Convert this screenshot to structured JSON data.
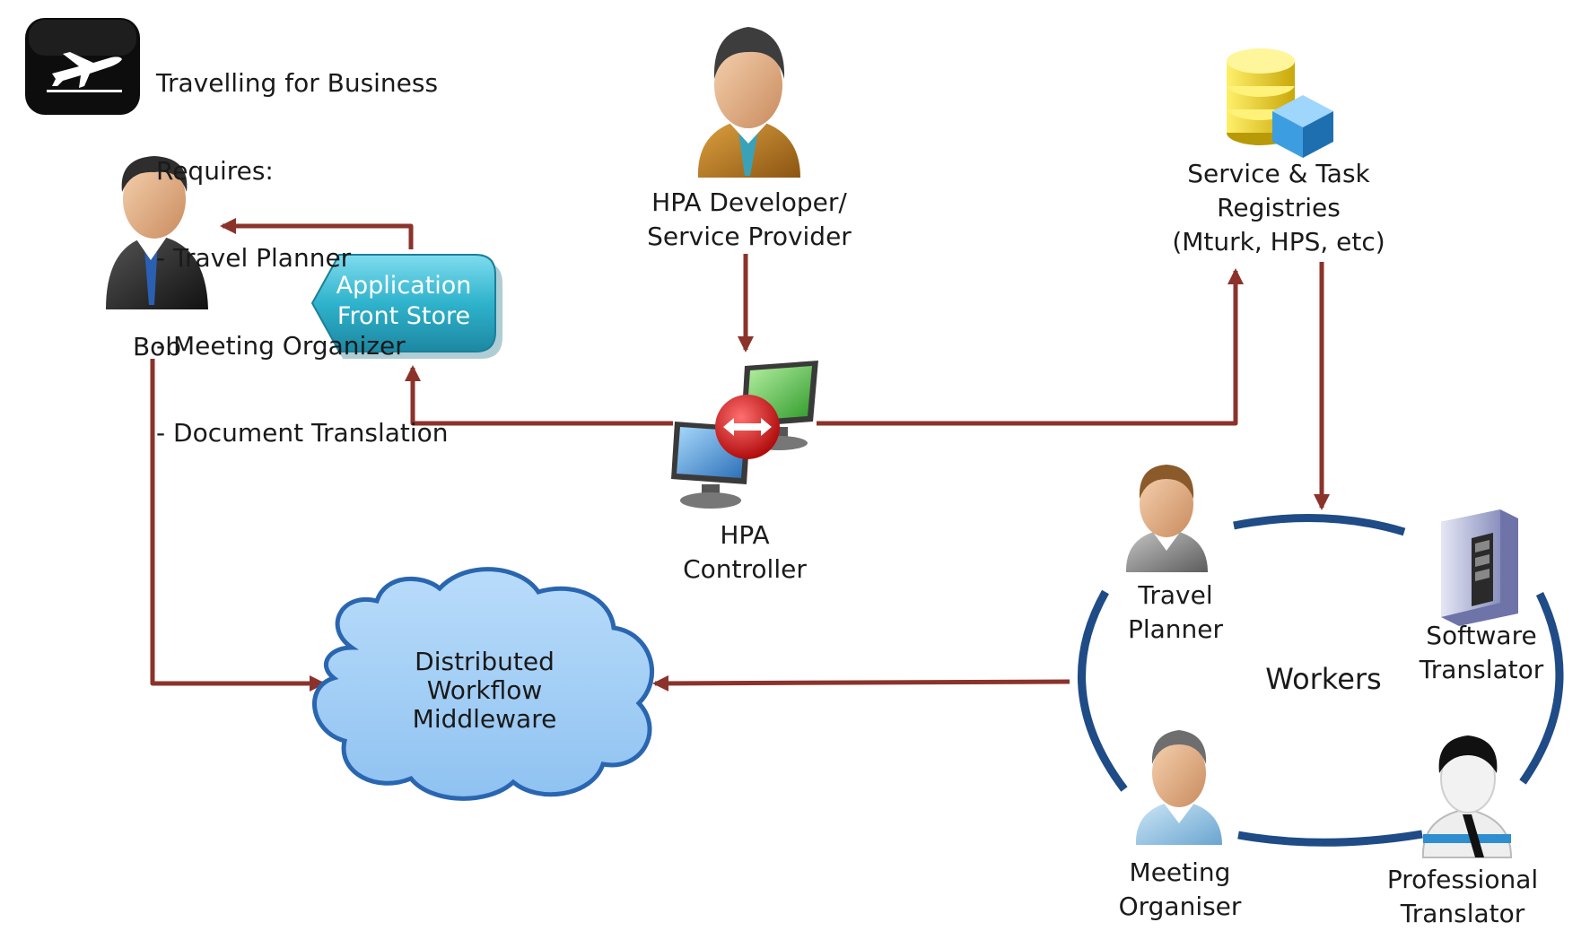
{
  "intro": {
    "line1": "Travelling for Business",
    "line2": "Requires:",
    "items": [
      "- Travel Planner",
      "- Meeting Organizer",
      "- Document Translation"
    ]
  },
  "nodes": {
    "bob": "Bob",
    "store": {
      "line1": "Application",
      "line2": "Front Store"
    },
    "developer": {
      "line1": "HPA Developer/",
      "line2": "Service Provider"
    },
    "registries": {
      "line1": "Service & Task",
      "line2": "Registries",
      "line3": "(Mturk, HPS, etc)"
    },
    "controller": {
      "line1": "HPA",
      "line2": "Controller"
    },
    "middleware": {
      "line1": "Distributed",
      "line2": "Workflow",
      "line3": "Middleware"
    }
  },
  "workers": {
    "title": "Workers",
    "travel_planner": {
      "line1": "Travel",
      "line2": "Planner"
    },
    "software_translator": {
      "line1": "Software",
      "line2": "Translator"
    },
    "meeting_organiser": {
      "line1": "Meeting",
      "line2": "Organiser"
    },
    "professional_translator": {
      "line1": "Professional",
      "line2": "Translator"
    }
  },
  "colors": {
    "arrow": "#8b332b",
    "ring": "#1f4b86",
    "store_fill": "#2fb3cc",
    "cloud_fill": "#9ccaf3",
    "cloud_stroke": "#2a66b0",
    "coins": "#f2d21b",
    "cube": "#3c9ee0"
  }
}
